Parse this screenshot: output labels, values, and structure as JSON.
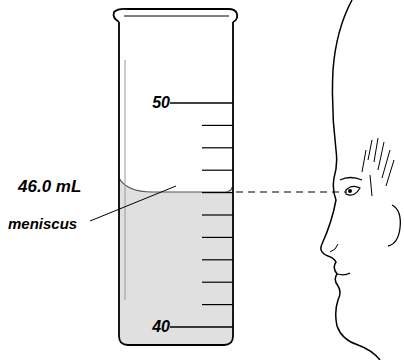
{
  "diagram": {
    "labels": [
      "50",
      "40",
      "46.0 mL",
      "meniscus"
    ]
  }
}
